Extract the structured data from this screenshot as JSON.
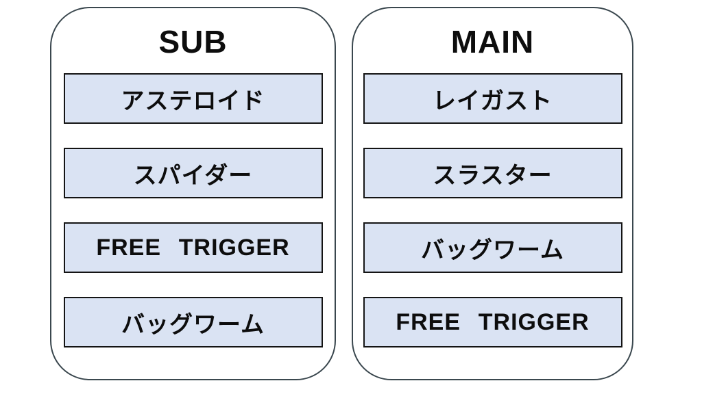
{
  "colors": {
    "background": "#ffffff",
    "panel_border": "#3a474e",
    "panel_fill": "#ffffff",
    "box_fill": "#dae3f3",
    "box_border": "#141414",
    "text": "#0d0d0d"
  },
  "panels": [
    {
      "title": "SUB",
      "items": [
        "アステロイド",
        "スパイダー",
        "FREE TRIGGER",
        "バッグワーム"
      ]
    },
    {
      "title": "MAIN",
      "items": [
        "レイガスト",
        "スラスター",
        "バッグワーム",
        "FREE TRIGGER"
      ]
    }
  ]
}
